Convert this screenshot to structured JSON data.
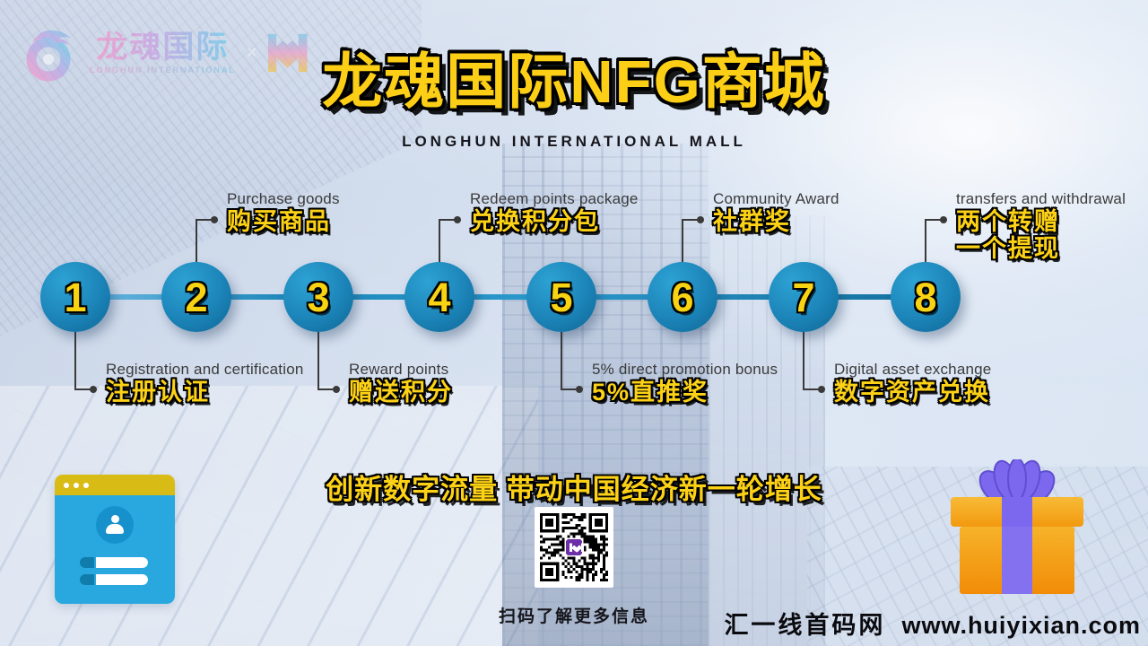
{
  "brand": {
    "name": "龙魂国际",
    "subtext": "LONGHUN INTERNATIONAL",
    "separator": "×",
    "dragon_icon": "dragon-swirl-logo",
    "partner_icon": "m-bracket-logo"
  },
  "header": {
    "title": "龙魂国际NFG商城",
    "subtitle": "LONGHUN INTERNATIONAL MALL"
  },
  "timeline": {
    "steps": [
      {
        "number": "1",
        "en": "Registration and certification",
        "zh_lines": [
          "注册认证"
        ],
        "side": "below"
      },
      {
        "number": "2",
        "en": "Purchase goods",
        "zh_lines": [
          "购买商品"
        ],
        "side": "above"
      },
      {
        "number": "3",
        "en": "Reward points",
        "zh_lines": [
          "赠送积分"
        ],
        "side": "below"
      },
      {
        "number": "4",
        "en": "Redeem points package",
        "zh_lines": [
          "兑换积分包"
        ],
        "side": "above"
      },
      {
        "number": "5",
        "en": "5% direct promotion bonus",
        "zh_lines": [
          "5%直推奖"
        ],
        "side": "below"
      },
      {
        "number": "6",
        "en": "Community Award",
        "zh_lines": [
          "社群奖"
        ],
        "side": "above"
      },
      {
        "number": "7",
        "en": "Digital asset exchange",
        "zh_lines": [
          "数字资产兑换"
        ],
        "side": "below"
      },
      {
        "number": "8",
        "en": "transfers and withdrawal",
        "zh_lines": [
          "两个转赠",
          "一个提现"
        ],
        "side": "above"
      }
    ]
  },
  "footer": {
    "slogan": "创新数字流量 带动中国经济新一轮增长",
    "qr_caption": "扫码了解更多信息",
    "watermark_site": "汇一线首码网",
    "watermark_url": "www.huiyixian.com"
  },
  "colors": {
    "accent_yellow": "#fdd216",
    "circle_blue": "#1c84b8",
    "qr_logo_purple": "#6d2fa8",
    "gift_orange": "#f5a623",
    "gift_ribbon_purple": "#7b68ee",
    "browser_header_gold": "#d9bb16",
    "browser_body_blue": "#29a8e0"
  }
}
